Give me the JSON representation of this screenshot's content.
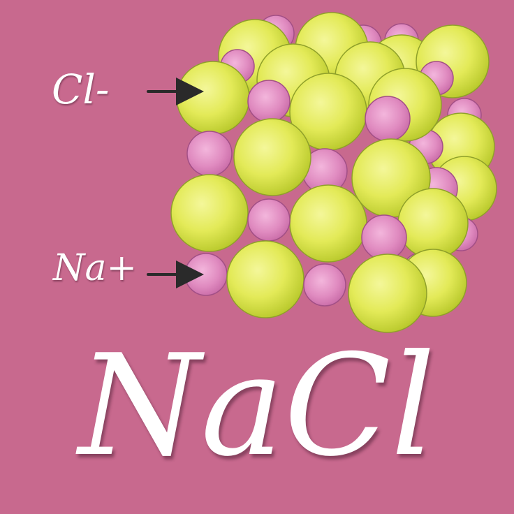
{
  "title": "NaCl",
  "labels": {
    "chloride": "Cl-",
    "sodium": "Na+"
  },
  "colors": {
    "background": "#c8698e",
    "chloride_ion": "#e2ec5a",
    "sodium_ion": "#e493c6",
    "arrow": "#2a2a2a",
    "text": "#ffffff"
  },
  "icons": {
    "chloride_arrow": "arrow-right-icon",
    "sodium_arrow": "arrow-right-icon"
  }
}
